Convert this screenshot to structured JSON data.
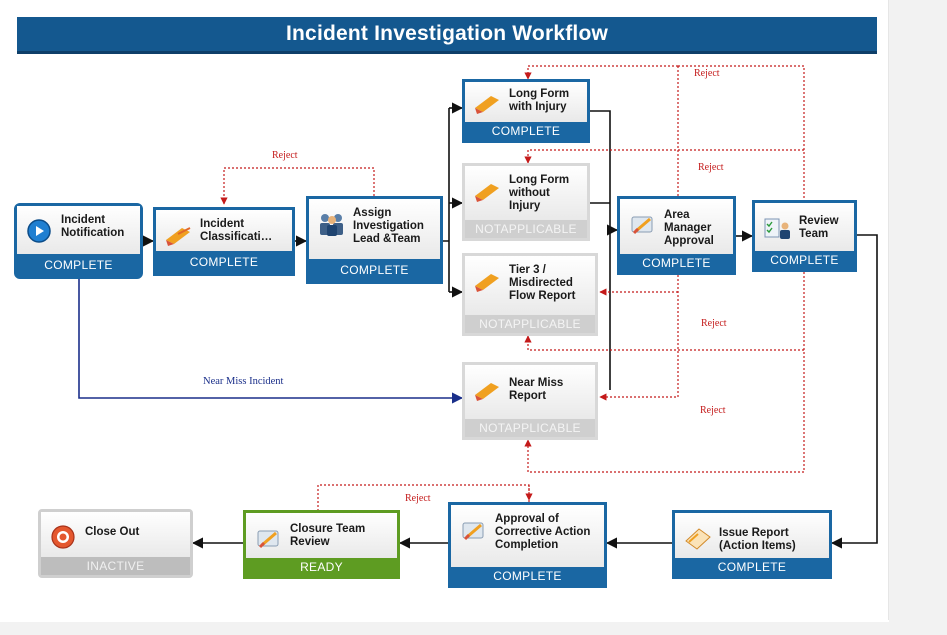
{
  "title": "Incident Investigation Workflow",
  "nodes": {
    "incident_notification": {
      "label": "Incident Notification",
      "status": "COMPLETE"
    },
    "incident_classification": {
      "label": "Incident Classificati…",
      "status": "COMPLETE"
    },
    "assign_lead": {
      "label": "Assign Investigation Lead &Team",
      "status": "COMPLETE"
    },
    "long_form_injury": {
      "label": "Long Form with Injury",
      "status": "COMPLETE"
    },
    "long_form_no_injury": {
      "label": "Long Form without Injury",
      "status": "NOTAPPLICABLE"
    },
    "tier3": {
      "label": "Tier 3 / Misdirected Flow Report",
      "status": "NOTAPPLICABLE"
    },
    "near_miss_report": {
      "label": "Near Miss Report",
      "status": "NOTAPPLICABLE"
    },
    "area_manager": {
      "label": "Area Manager Approval",
      "status": "COMPLETE"
    },
    "review_team": {
      "label": "Review Team",
      "status": "COMPLETE"
    },
    "issue_report": {
      "label": "Issue Report (Action Items)",
      "status": "COMPLETE"
    },
    "approval_corrective": {
      "label": "Approval of Corrective Action Completion",
      "status": "COMPLETE"
    },
    "closure_review": {
      "label": "Closure Team Review",
      "status": "READY"
    },
    "close_out": {
      "label": "Close Out",
      "status": "INACTIVE"
    }
  },
  "edge_labels": {
    "reject_1": "Reject",
    "reject_2": "Reject",
    "reject_3": "Reject",
    "reject_4": "Reject",
    "reject_5": "Reject",
    "reject_6": "Reject",
    "near_miss": "Near Miss Incident"
  },
  "colors": {
    "banner": "#14588f",
    "complete": "#1a67a3",
    "ready": "#5e9c22",
    "not_applicable": "#cfcfcf",
    "reject_line": "#c41a1a",
    "near_miss_line": "#1a2f8a"
  }
}
